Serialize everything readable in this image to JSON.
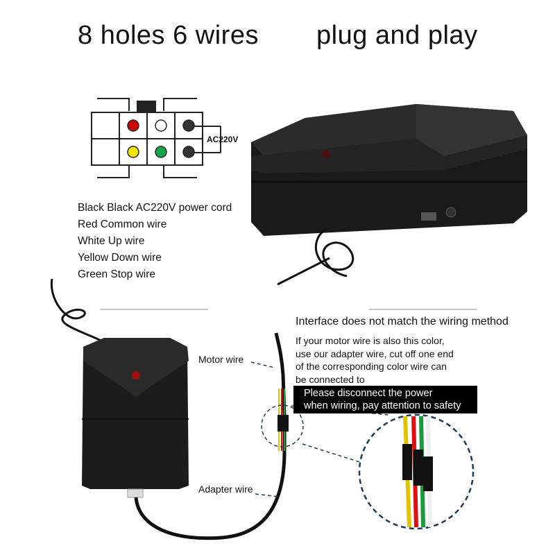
{
  "header": {
    "title_left": "8 holes 6 wires",
    "title_right": "plug and play"
  },
  "connector": {
    "ac_label": "AC220V",
    "holes": [
      {
        "color": "#cc0000",
        "icon": "red-hole"
      },
      {
        "color": "#ffffff",
        "icon": "white-hole"
      },
      {
        "color": "#333333",
        "icon": "black-hole"
      },
      {
        "color": "#f2e600",
        "icon": "yellow-hole"
      },
      {
        "color": "#11a84a",
        "icon": "green-hole"
      },
      {
        "color": "#333333",
        "icon": "black-hole"
      }
    ]
  },
  "legend": [
    "Black Black AC220V power cord",
    "Red Common wire",
    "White Up wire",
    "Yellow Down wire",
    "Green Stop wire"
  ],
  "interface": {
    "title": "Interface does not match the wiring method",
    "body_lines": [
      "If your motor wire is also this color,",
      "use our adapter wire, cut off one end",
      "of the corresponding color wire can",
      "be connected to"
    ],
    "warning_lines": [
      "Please disconnect the power",
      "when wiring, pay attention to safety"
    ]
  },
  "callouts": {
    "motor_wire": "Motor wire",
    "adapter_wire": "Adapter wire"
  },
  "colors": {
    "device_body": "#1e1e1e",
    "device_edge": "#3a3a3a",
    "led": "#a01010",
    "dash": "#1b3a5c"
  }
}
